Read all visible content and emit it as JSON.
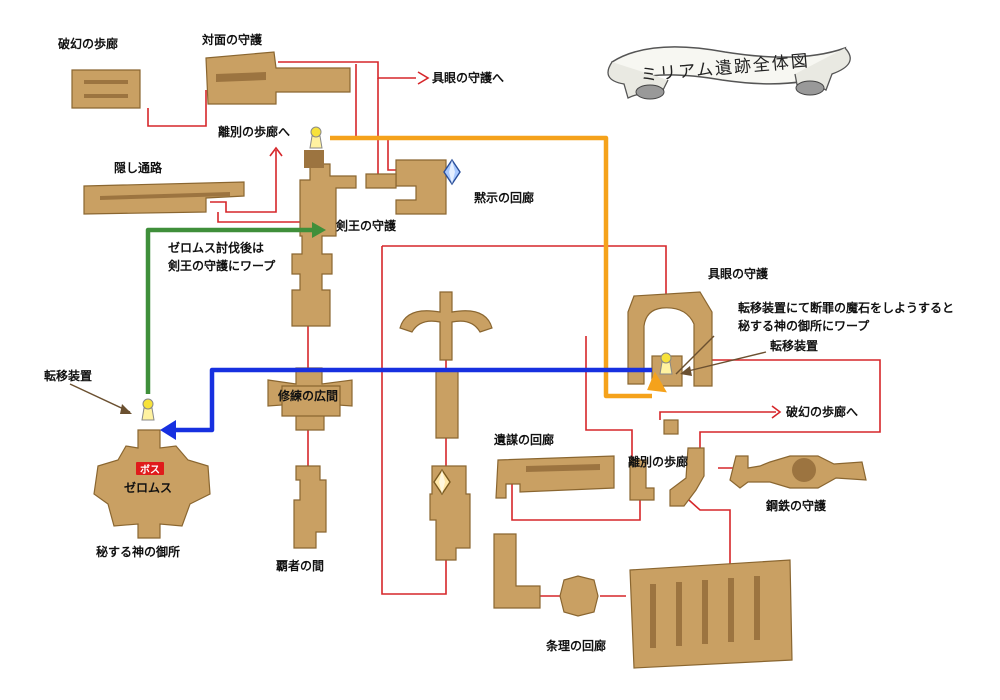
{
  "title": "ミリアム遺跡全体図",
  "areas": {
    "hagen_top": "破幻の歩廊",
    "taimen": "対面の守護",
    "gugen_ref": "具眼の守護へ",
    "ribetsu_ref": "離別の歩廊へ",
    "kakushi": "隠し通路",
    "mokuji": "黙示の回廊",
    "kenou": "剣王の守護",
    "shuren": "修練の広間",
    "hasha": "覇者の間",
    "ishin": "遺謀の回廊",
    "jori": "条理の回廊",
    "gugen": "具眼の守護",
    "ribetsu": "離別の歩廊",
    "hagen_ref": "破幻の歩廊へ",
    "kotetsu": "鋼鉄の守護",
    "hisuru": "秘する神の御所",
    "xeroms": "ゼロムス"
  },
  "notes": {
    "warp_after_boss": "ゼロムス討伐後は",
    "warp_after_boss_2": "剣王の守護にワープ",
    "teleport_left": "転移装置",
    "teleport_right": "転移装置",
    "danzai_1": "転移装置にて断罪の魔石をしようすると",
    "danzai_2": "秘する神の御所にワープ"
  },
  "badge": {
    "boss": "ボス",
    "color": "#e01b1b"
  },
  "colors": {
    "room": "#c9a063",
    "corridor": "#d6262a",
    "route_orange": "#f5a21b",
    "route_green": "#3f8f3a",
    "route_blue": "#1730e0"
  },
  "icons": [
    "teleporter-icon",
    "save-crystal-icon",
    "boss-badge-icon"
  ]
}
